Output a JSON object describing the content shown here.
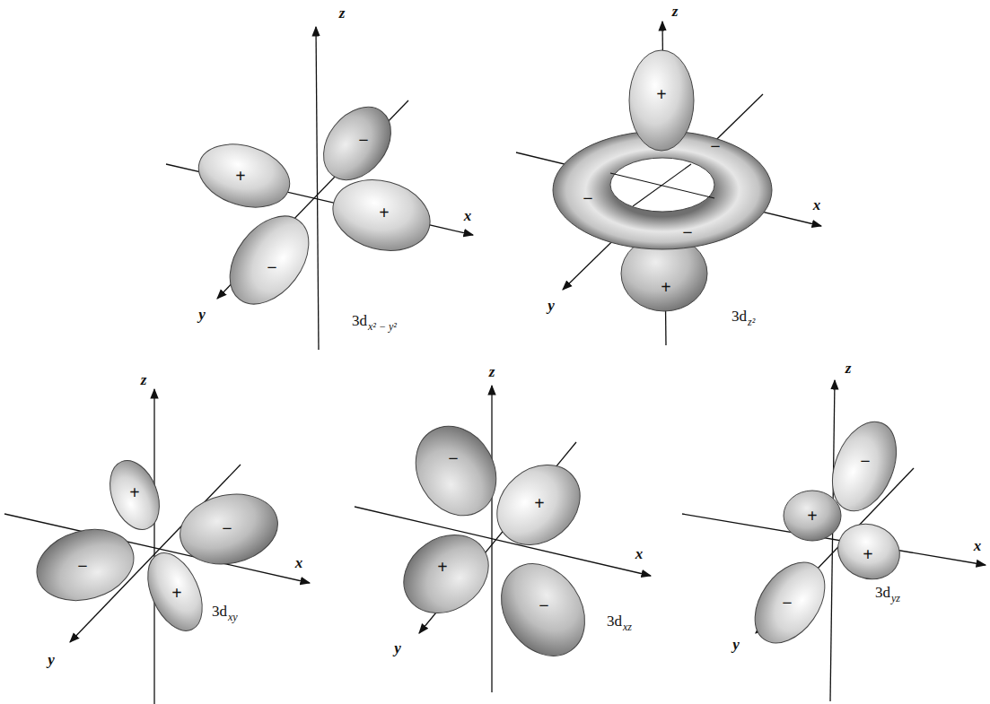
{
  "diagram": {
    "labels": [
      "z",
      "+",
      "−",
      "x",
      "+",
      "−",
      "y",
      "3d",
      "x² − y²",
      "z",
      "+",
      "−",
      "−",
      "x",
      "−",
      "y",
      "+",
      "3d",
      "z²",
      "z",
      "+",
      "−",
      "x",
      "−",
      "+",
      "y",
      "3d",
      "xy",
      "z",
      "−",
      "+",
      "x",
      "+",
      "−",
      "y",
      "3d",
      "xz",
      "z",
      "−",
      "+",
      "x",
      "+",
      "−",
      "y",
      "3d",
      "yz"
    ]
  }
}
